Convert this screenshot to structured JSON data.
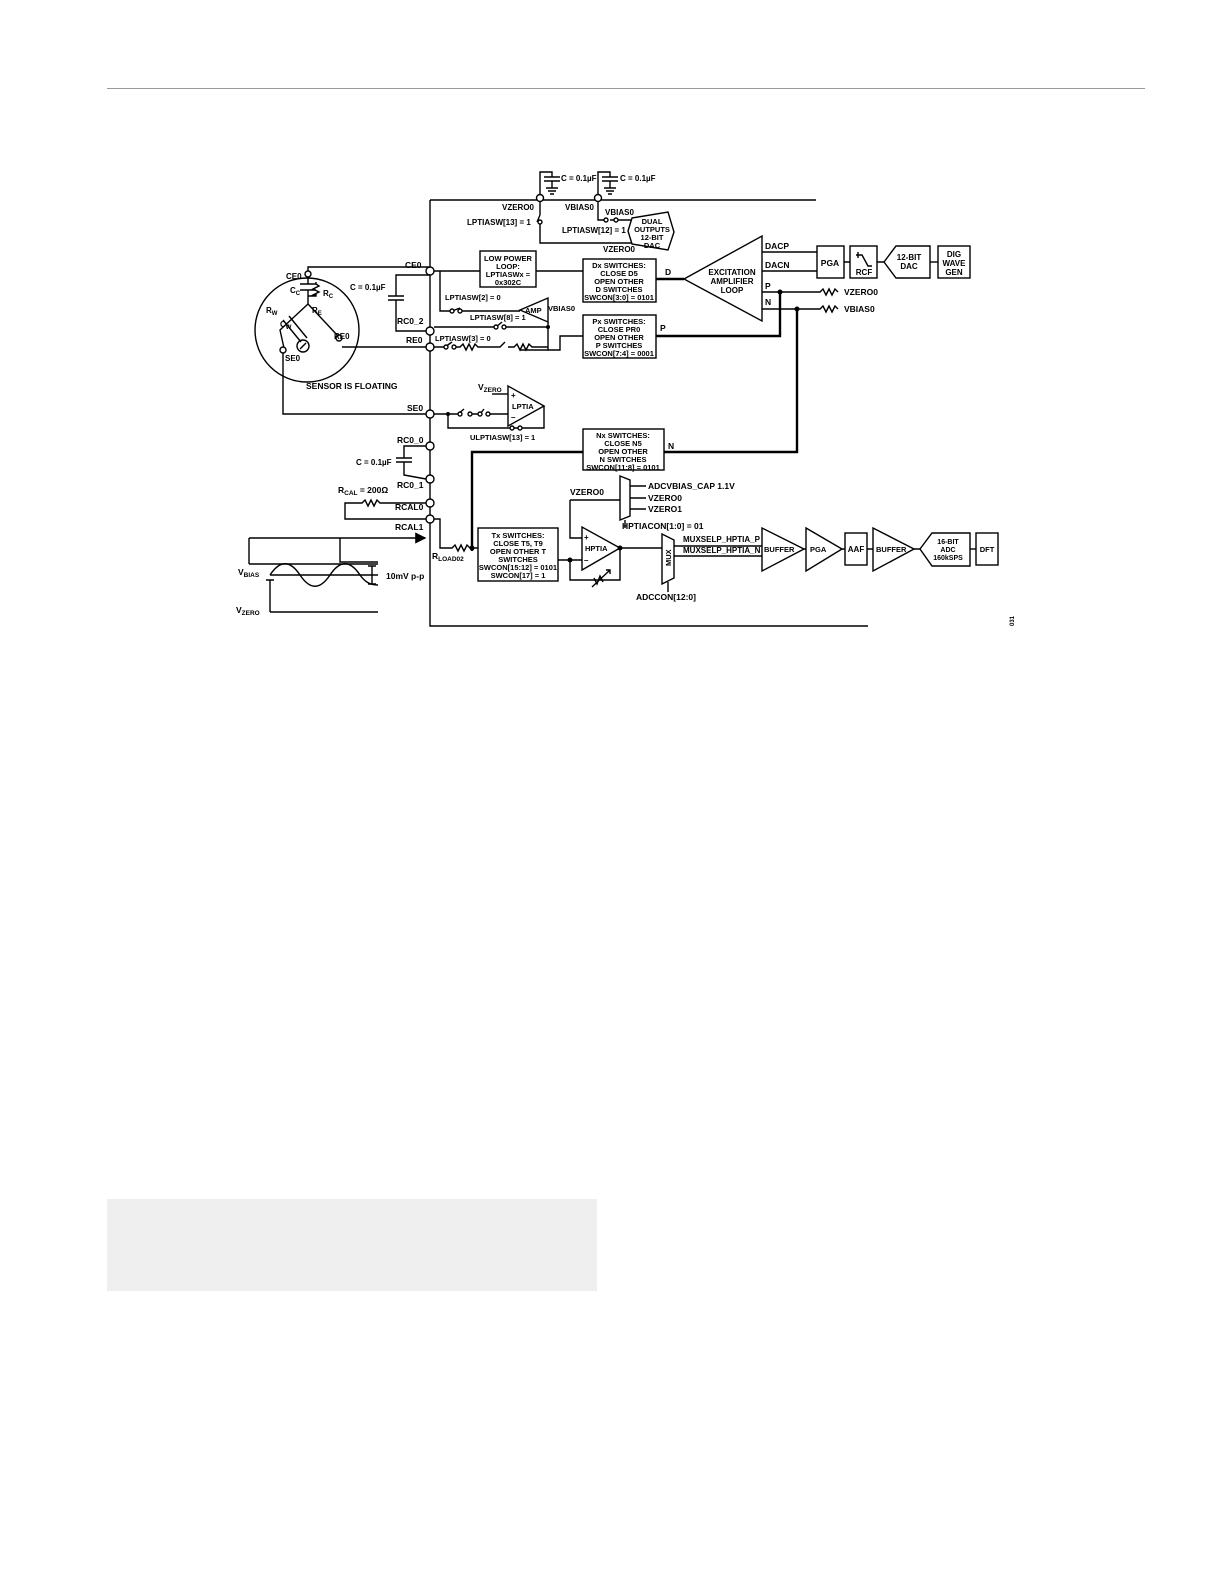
{
  "labels": {
    "cap_top1": "C = 0.1µF",
    "cap_top2": "C = 0.1µF",
    "vzero0_top": "VZERO0",
    "vbias0_top": "VBIAS0",
    "vbias0_sw": "VBIAS0",
    "lptiasw13": "LPTIASW[13] = 1",
    "lptiasw12": "LPTIASW[12] = 1",
    "vzero0_dac": "VZERO0",
    "dac_l1": "DUAL",
    "dac_l2": "OUTPUTS",
    "dac_l3": "12-BIT",
    "dac_l4": "DAC",
    "ce0": "CE0",
    "ce0_node": "CE0",
    "cc": "C",
    "cc_sub": "C",
    "rc": "R",
    "rc_sub": "C",
    "re": "R",
    "re_sub": "E",
    "rw": "R",
    "rw_sub": "W",
    "cw": "C",
    "cw_sub": "W",
    "se0_sensor": "SE0",
    "re0_sensor": "RE0",
    "sensor_floating": "SENSOR IS FLOATING",
    "cap_rc": "C = 0.1µF",
    "rc0_2": "RC0_2",
    "re0_node": "RE0",
    "lpl_1": "LOW POWER",
    "lpl_2": "LOOP:",
    "lpl_3": "LPTIASWx =",
    "lpl_4": "0x302C",
    "lptiasw2": "LPTIASW[2] = 0",
    "lptiasw8": "LPTIASW[8] = 1",
    "lptiasw3": "LPTIASW[3] = 0",
    "amp": "AMP",
    "vbias0_amp": "VBIAS0",
    "dx_1": "Dx SWITCHES:",
    "dx_2": "CLOSE D5",
    "dx_3": "OPEN OTHER",
    "dx_4": "D SWITCHES",
    "dx_5": "SWCON[3:0] = 0101",
    "px_1": "Px SWITCHES:",
    "px_2": "CLOSE PR0",
    "px_3": "OPEN OTHER",
    "px_4": "P SWITCHES",
    "px_5": "SWCON[7:4] = 0001",
    "d": "D",
    "p_mid": "P",
    "exc_1": "EXCITATION",
    "exc_2": "AMPLIFIER",
    "exc_3": "LOOP",
    "dacp": "DACP",
    "dacn": "DACN",
    "p_right": "P",
    "n_right": "N",
    "pga_top": "PGA",
    "rcf": "RCF",
    "dac12_1": "12-BIT",
    "dac12_2": "DAC",
    "dig_1": "DIG",
    "dig_2": "WAVE",
    "dig_3": "GEN",
    "vzero0_r": "VZERO0",
    "vbias0_r": "VBIAS0",
    "se0_node": "SE0",
    "vzero_lptia": "V",
    "vzero_lptia_sub": "ZERO",
    "lptia": "LPTIA",
    "ulptiasw13": "ULPTIASW[13] = 1",
    "nx_1": "Nx SWITCHES:",
    "nx_2": "CLOSE N5",
    "nx_3": "OPEN OTHER",
    "nx_4": "N SWITCHES",
    "nx_5": "SWCON[11:8] = 0101",
    "n_mid": "N",
    "rc0_0": "RC0_0",
    "cap_rc0": "C = 0.1µF",
    "rc0_1": "RC0_1",
    "rcal": "R",
    "rcal_sub": "CAL",
    "rcal_val": " = 200Ω",
    "rcal0": "RCAL0",
    "rcal1": "RCAL1",
    "vzero0_mux": "VZERO0",
    "adcvbias": "ADCVBIAS_CAP 1.1V",
    "vzero0_opt": "VZERO0",
    "vzero1_opt": "VZERO1",
    "hptiacon": "HPTIACON[1:0] = 01",
    "tx_1": "Tx SWITCHES:",
    "tx_2": "CLOSE T5, T9",
    "tx_3": "OPEN OTHER T",
    "tx_4": "SWITCHES",
    "tx_5": "SWCON[15:12] = 0101",
    "tx_6": "SWCON[17] = 1",
    "rload": "R",
    "rload_sub": "LOAD02",
    "hptia": "HPTIA",
    "mux": "MUX",
    "muxsel_p": "MUXSELP_HPTIA_P",
    "muxsel_n": "MUXSELP_HPTIA_N",
    "buffer1": "BUFFER",
    "pga_bot": "PGA",
    "aaf": "AAF",
    "buffer2": "BUFFER",
    "adc_1": "16-BIT",
    "adc_2": "ADC",
    "adc_3": "160kSPS",
    "dft": "DFT",
    "adccon": "ADCCON[12:0]",
    "vbias": "V",
    "vbias_sub": "BIAS",
    "vzero_bot": "V",
    "vzero_bot_sub": "ZERO",
    "ppv": "10mV p-p",
    "fig_id": "031"
  }
}
